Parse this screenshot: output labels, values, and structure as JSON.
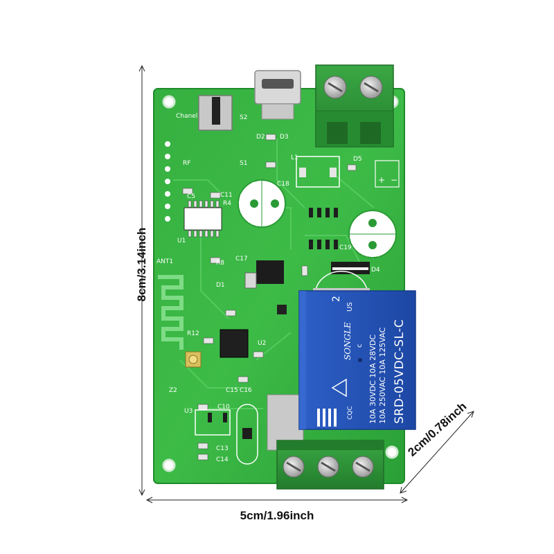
{
  "dimensions": {
    "height": "8cm/3.14inch",
    "width": "5cm/1.96inch",
    "depth": "2cm/0.78inch"
  },
  "board": {
    "silkscreen": {
      "channel": "Chanel",
      "rf": "RF",
      "s1": "S1",
      "s2": "S2",
      "ant": "ANT1",
      "u1": "U1",
      "u2": "U2",
      "u3": "U3",
      "z2": "Z2",
      "c5": "C5",
      "c11": "C11",
      "r4": "R4",
      "r8": "R8",
      "d1": "D1",
      "d2": "D2",
      "d3": "D3",
      "d4": "D4",
      "d5": "D5",
      "c10": "C10",
      "c13": "C13",
      "c14": "C14",
      "c15": "C15",
      "c16": "C16",
      "c17": "C17",
      "c18": "C18",
      "c19": "C19",
      "r12": "R12",
      "l1": "L1"
    },
    "relay": {
      "brand": "SONGLE",
      "model": "SRD-05VDC-SL-C",
      "rating1": "10A 250VAC  10A 125VAC",
      "rating2": "10A 30VDC  10A 28VDC",
      "mark_us": "US",
      "mark_c": "c",
      "mark_number": "2",
      "cqc": "CQC"
    }
  },
  "colors": {
    "pcb": "#2fa63a",
    "pcb_light": "#48c152",
    "relay": "#2553b8",
    "terminal": "#2c8f35"
  }
}
